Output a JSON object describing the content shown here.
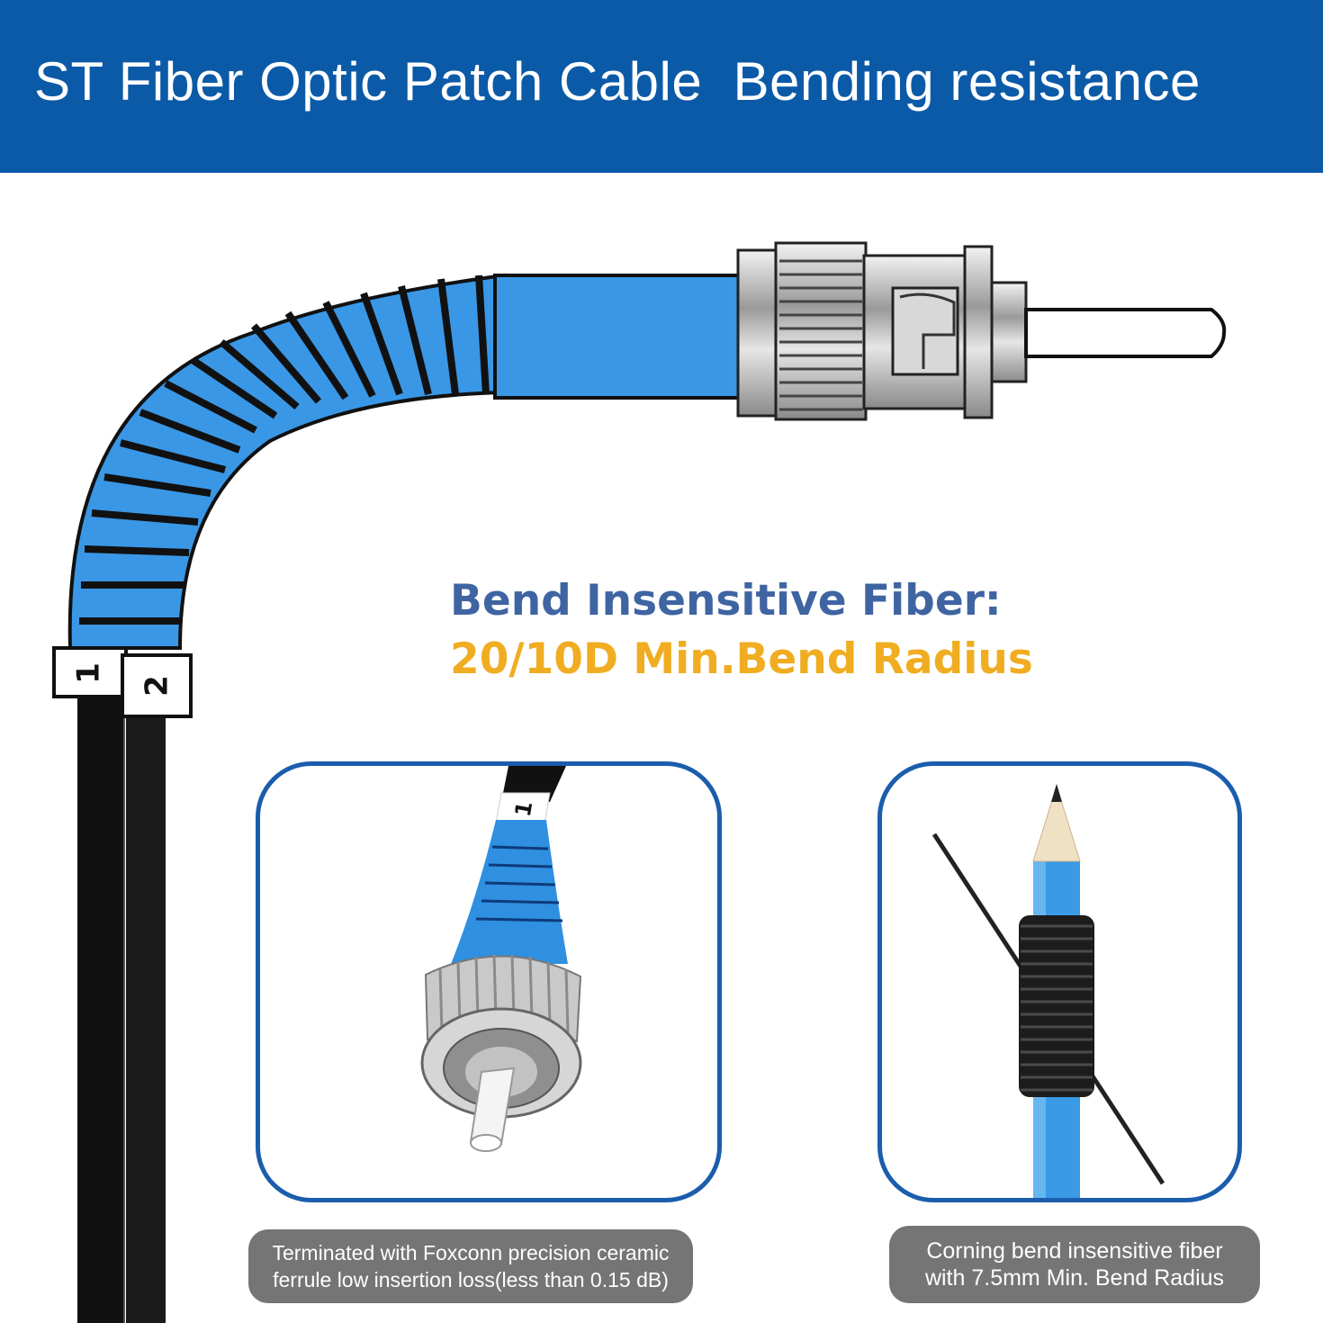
{
  "header": {
    "title": "ST Fiber Optic Patch Cable  Bending resistance"
  },
  "feature": {
    "line1": "Bend Insensitive Fiber:",
    "line2": "20/10D Min.Bend Radius"
  },
  "panels": {
    "left_caption": [
      "Terminated with Foxconn precision ceramic",
      "ferrule low insertion loss(less than 0.15 dB)"
    ],
    "right_caption": [
      "Corning bend insensitive fiber",
      "with 7.5mm Min. Bend Radius"
    ]
  },
  "cable_labels": [
    "1",
    "2"
  ],
  "colors": {
    "header_bg": "#0b5aa8",
    "cable_blue": "#3a97e6",
    "heading_blue": "#3f64a2",
    "heading_gold": "#f0ad21",
    "caption_bg": "#757575"
  }
}
